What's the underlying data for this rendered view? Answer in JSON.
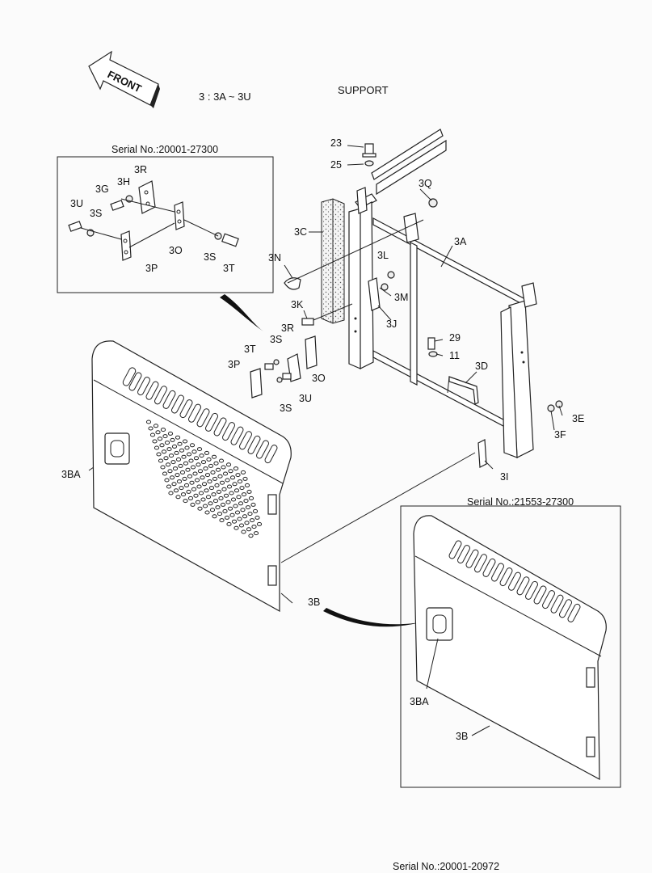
{
  "header": {
    "front_label": "FRONT",
    "range_label": "3 : 3A ~ 3U",
    "title": "SUPPORT"
  },
  "insets": {
    "top_left_serial": "Serial No.:20001-27300",
    "bottom_right_serial": "Serial No.:21553-27300"
  },
  "footer": {
    "serial": "Serial No.:20001-20972"
  },
  "callouts": {
    "c23": "23",
    "c25": "25",
    "c3Q": "3Q",
    "c3C": "3C",
    "c3A": "3A",
    "c3N": "3N",
    "c3L": "3L",
    "c3M": "3M",
    "c3K": "3K",
    "c3J": "3J",
    "c3R": "3R",
    "c3S": "3S",
    "c3T": "3T",
    "c3P": "3P",
    "c3O": "3O",
    "c3U": "3U",
    "c3S2": "3S",
    "c29": "29",
    "c11": "11",
    "c3D": "3D",
    "c3E": "3E",
    "c3F": "3F",
    "c3I": "3I",
    "c3BA": "3BA",
    "c3B": "3B",
    "i3R": "3R",
    "i3G": "3G",
    "i3H": "3H",
    "i3U": "3U",
    "i3S": "3S",
    "i3O": "3O",
    "i3P": "3P",
    "i3S2": "3S",
    "i3T": "3T",
    "r3BA": "3BA",
    "r3B": "3B"
  }
}
